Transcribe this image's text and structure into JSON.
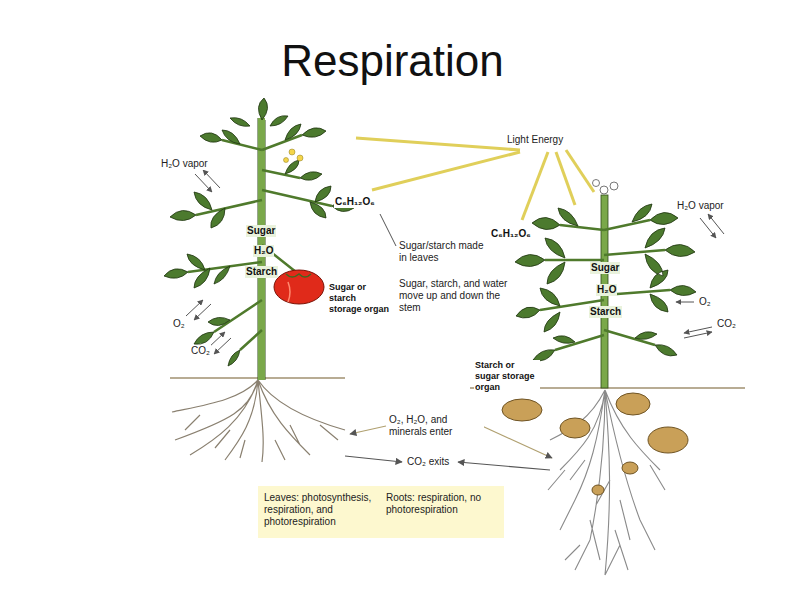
{
  "diagram": {
    "title": "Respiration",
    "nodes": [
      {
        "text": [
          "Leaves: photosynthesis, respiration, and photorespiration",
          "Roots: respiration, no photorespiration"
        ]
      }
    ],
    "labels": [
      "Light Energy",
      "H₂O vapor",
      "C₆H₁₂O₆",
      "Sugar",
      "H₂O",
      "Starch",
      "Sugar or starch storage organ",
      "Sugar/starch made in leaves",
      "Sugar, starch, and water move up and down the stem",
      "O₂",
      "CO₂",
      "C₆H₁₂O₆",
      "H₂O vapor",
      "Sugar",
      "H₂O",
      "Starch",
      "O₂",
      "CO₂",
      "Starch or sugar storage organ",
      "O₂, H₂O, and minerals enter",
      "CO₂ exits"
    ]
  }
}
